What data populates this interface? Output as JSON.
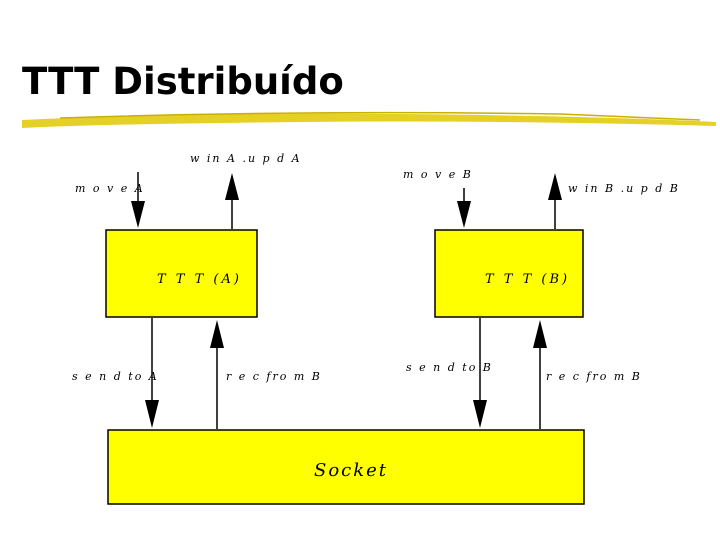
{
  "title": "TTT Distribuído",
  "colors": {
    "box_fill": "#ffff00",
    "underline": "#e0c800"
  },
  "diagram": {
    "boxes": {
      "ttt_a": "T T T (A)",
      "ttt_b": "T T T (B)",
      "socket": "Socket"
    },
    "labels": {
      "moveA": "m o v e A",
      "winA_updA": "w in A .u p d A",
      "moveB": "m o v e B",
      "winB_updB": "w in B .u p d B",
      "sendtoA": "s e n d to A",
      "recfromB_left": "r e c fro m B",
      "sendtoB": "s e n d to B",
      "recfromB_right": "r e c fro m B"
    }
  }
}
